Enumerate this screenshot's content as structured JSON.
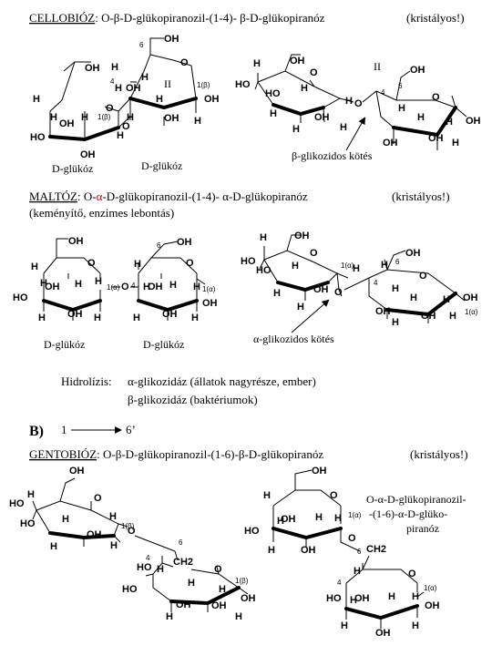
{
  "cellobiose": {
    "name": "CELLOBIÓZ",
    "formula_prefix": ": O-β-D-glükopiranozil-(1-4)- β-D-glükopiranóz",
    "note": "(kristályos!)",
    "unit_left": "D-glükóz",
    "unit_right": "D-glükóz",
    "bond_label": "β-glikozidos kötés"
  },
  "maltose": {
    "name": "MALTÓZ",
    "formula_prefix": ": O-",
    "alpha": "α",
    "formula_rest": "-D-glükopiranozil-(1-4)- α-D-glükopiranóz",
    "note": "(kristályos!)",
    "subtitle": "(keményítő, enzimes lebontás)",
    "unit_left": "D-glükóz",
    "unit_right": "D-glükóz",
    "bond_label": "α-glikozidos kötés"
  },
  "hydrolysis": {
    "label": "Hidrolízis:",
    "alpha_enzyme": "α-glikozidáz (állatok nagyrésze, ember)",
    "beta_enzyme": "β-glikozidáz (baktériumok)"
  },
  "section_b": {
    "label": "B)",
    "from": "1",
    "to": "6’"
  },
  "gentiobiose": {
    "name": "GENTOBIÓZ",
    "formula": ": O-β-D-glükopiranozil-(1-6)-β-D-glükopiranóz",
    "note": "(kristályos!)",
    "side_name_line1": "O-α-D-glükopiranozil-",
    "side_name_line2": "-(1-6)-α-D-glüko-",
    "side_name_line3": "piranóz"
  },
  "atoms": {
    "h": "H",
    "oh": "OH",
    "ho": "HO",
    "o": "O",
    "ch2": "CH2",
    "c4": "4",
    "c6": "6",
    "roman2": "II",
    "b1": "1(β)",
    "a1": "1(α)"
  }
}
